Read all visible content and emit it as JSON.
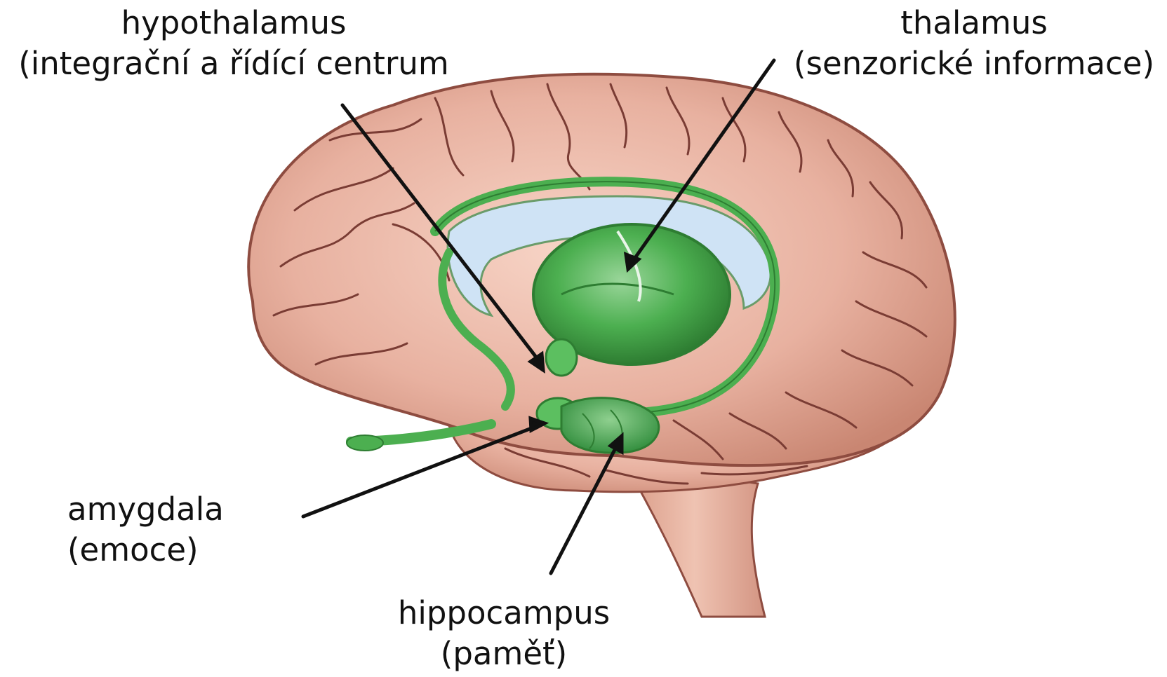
{
  "labels": {
    "hypothalamus": {
      "name": "hypothalamus",
      "description": "(integrační a řídící centrum"
    },
    "thalamus": {
      "name": "thalamus",
      "description": "(senzorické informace)"
    },
    "amygdala": {
      "name": "amygdala",
      "description": "(emoce)"
    },
    "hippocampus": {
      "name": "hippocampus",
      "description": "(paměť)"
    }
  },
  "colors": {
    "cortex": "#e8b1a0",
    "cortex_dark": "#c9806c",
    "gyri_line": "#7a3c34",
    "limbic_green": "#4caf50",
    "limbic_green_dark": "#2e7d32",
    "limbic_green_light": "#a5d6a7",
    "ventricle_blue": "#cfe3f5",
    "arrow": "#111111"
  }
}
